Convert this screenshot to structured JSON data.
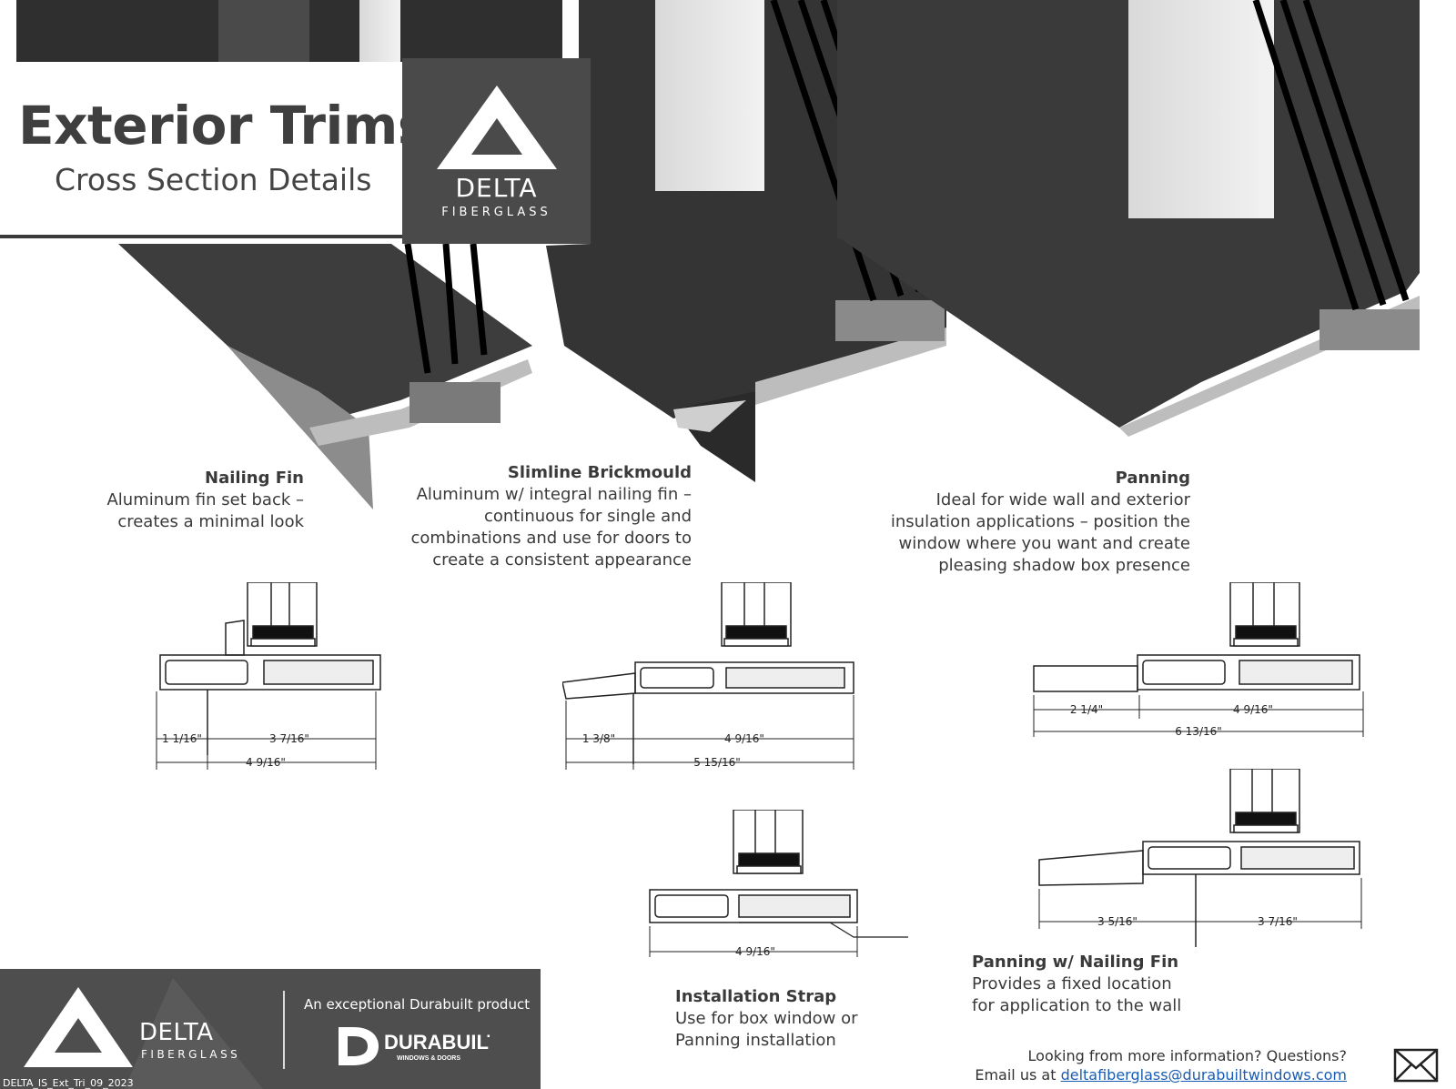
{
  "header": {
    "title": "Exterior Trims",
    "subtitle": "Cross Section Details",
    "logo": {
      "name": "DELTA",
      "sub": "FIBERGLASS"
    }
  },
  "sections": {
    "nailing_fin": {
      "title": "Nailing Fin",
      "desc": [
        "Aluminum fin set back –",
        "creates a minimal look"
      ],
      "dims": {
        "a": "1 1/16\"",
        "b": "3 7/16\"",
        "total": "4 9/16\""
      }
    },
    "slimline": {
      "title": "Slimline Brickmould",
      "desc": [
        "Aluminum w/ integral nailing fin –",
        "continuous for single and",
        "combinations and use for doors to",
        "create a consistent appearance"
      ],
      "dims": {
        "a": "1 3/8\"",
        "b": "4 9/16\"",
        "total": "5 15/16\""
      }
    },
    "panning": {
      "title": "Panning",
      "desc": [
        "Ideal for wide wall and exterior",
        "insulation applications – position the",
        "window where you want and create",
        "pleasing shadow box presence"
      ],
      "dims": {
        "a": "2 1/4\"",
        "b": "4 9/16\"",
        "total": "6 13/16\""
      }
    },
    "installation_strap": {
      "title": "Installation Strap",
      "desc": [
        "Use for box window or",
        "Panning installation"
      ],
      "dims": {
        "total": "4 9/16\""
      }
    },
    "panning_fin": {
      "title": "Panning w/ Nailing Fin",
      "desc": [
        "Provides a fixed location",
        "for application to the wall"
      ],
      "dims": {
        "a": "3 5/16\"",
        "b": "3 7/16\""
      }
    }
  },
  "footer": {
    "logo": {
      "name": "DELTA",
      "sub": "FIBERGLASS"
    },
    "tagline": "An exceptional Durabuilt product",
    "brand": {
      "name": "DURABUILT",
      "sub": "WINDOWS & DOORS",
      "initial": "D"
    },
    "doc_id": "DELTA_IS_Ext_Tri_09_2023"
  },
  "contact": {
    "question": "Looking from more information? Questions?",
    "email_prefix": "Email us at",
    "email": "deltafiberglass@durabuiltwindows.com"
  },
  "colors": {
    "dark_panel": "#4a4a4a",
    "profile": "#3b3b3b",
    "link": "#1a5db5"
  }
}
